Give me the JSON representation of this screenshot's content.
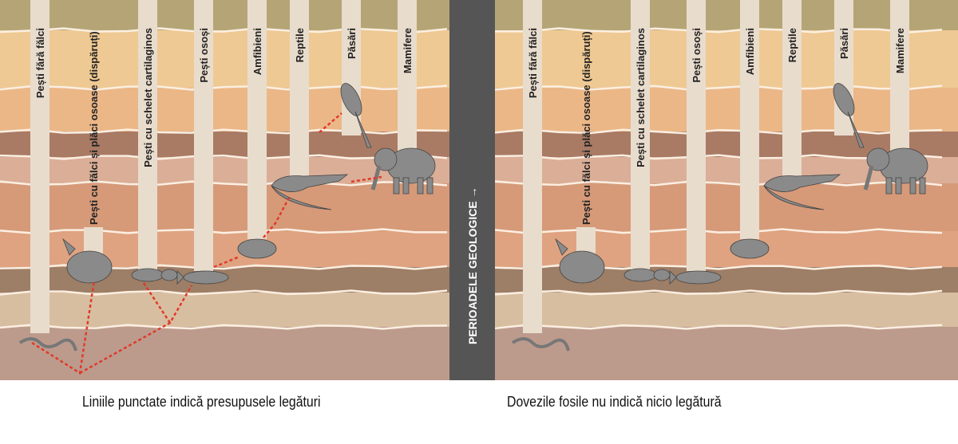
{
  "axis_label": "PERIOADELE GEOLOGICE →",
  "groups": [
    "Pești fără fălci",
    "Pești cu fălci și plăci osoase (dispăruți)",
    "Pești cu schelet cartilaginos",
    "Pești osoși",
    "Amfibieni",
    "Reptile",
    "Păsări",
    "Mamifere"
  ],
  "animals": [
    "eel-icon",
    "armored-fish-icon",
    "shark-icon",
    "salmon-icon",
    "frog-icon",
    "crocodile-icon",
    "parrot-icon",
    "elephant-icon"
  ],
  "panels": [
    {
      "caption": "Liniile punctate indică presupusele legături",
      "dotted_links": true
    },
    {
      "caption": "Dovezile fosile nu indică nicio legătură",
      "dotted_links": false
    }
  ],
  "colors": {
    "strata": [
      "#b5a576",
      "#efc993",
      "#ebb787",
      "#a97b64",
      "#dbae97",
      "#d69a79",
      "#dfa381",
      "#9d7e66",
      "#d8bea0",
      "#bc9b8d"
    ],
    "column": "#e8dccd",
    "divider": "#555555",
    "link": "#e03a2a",
    "animal": "#8a8a8a"
  }
}
